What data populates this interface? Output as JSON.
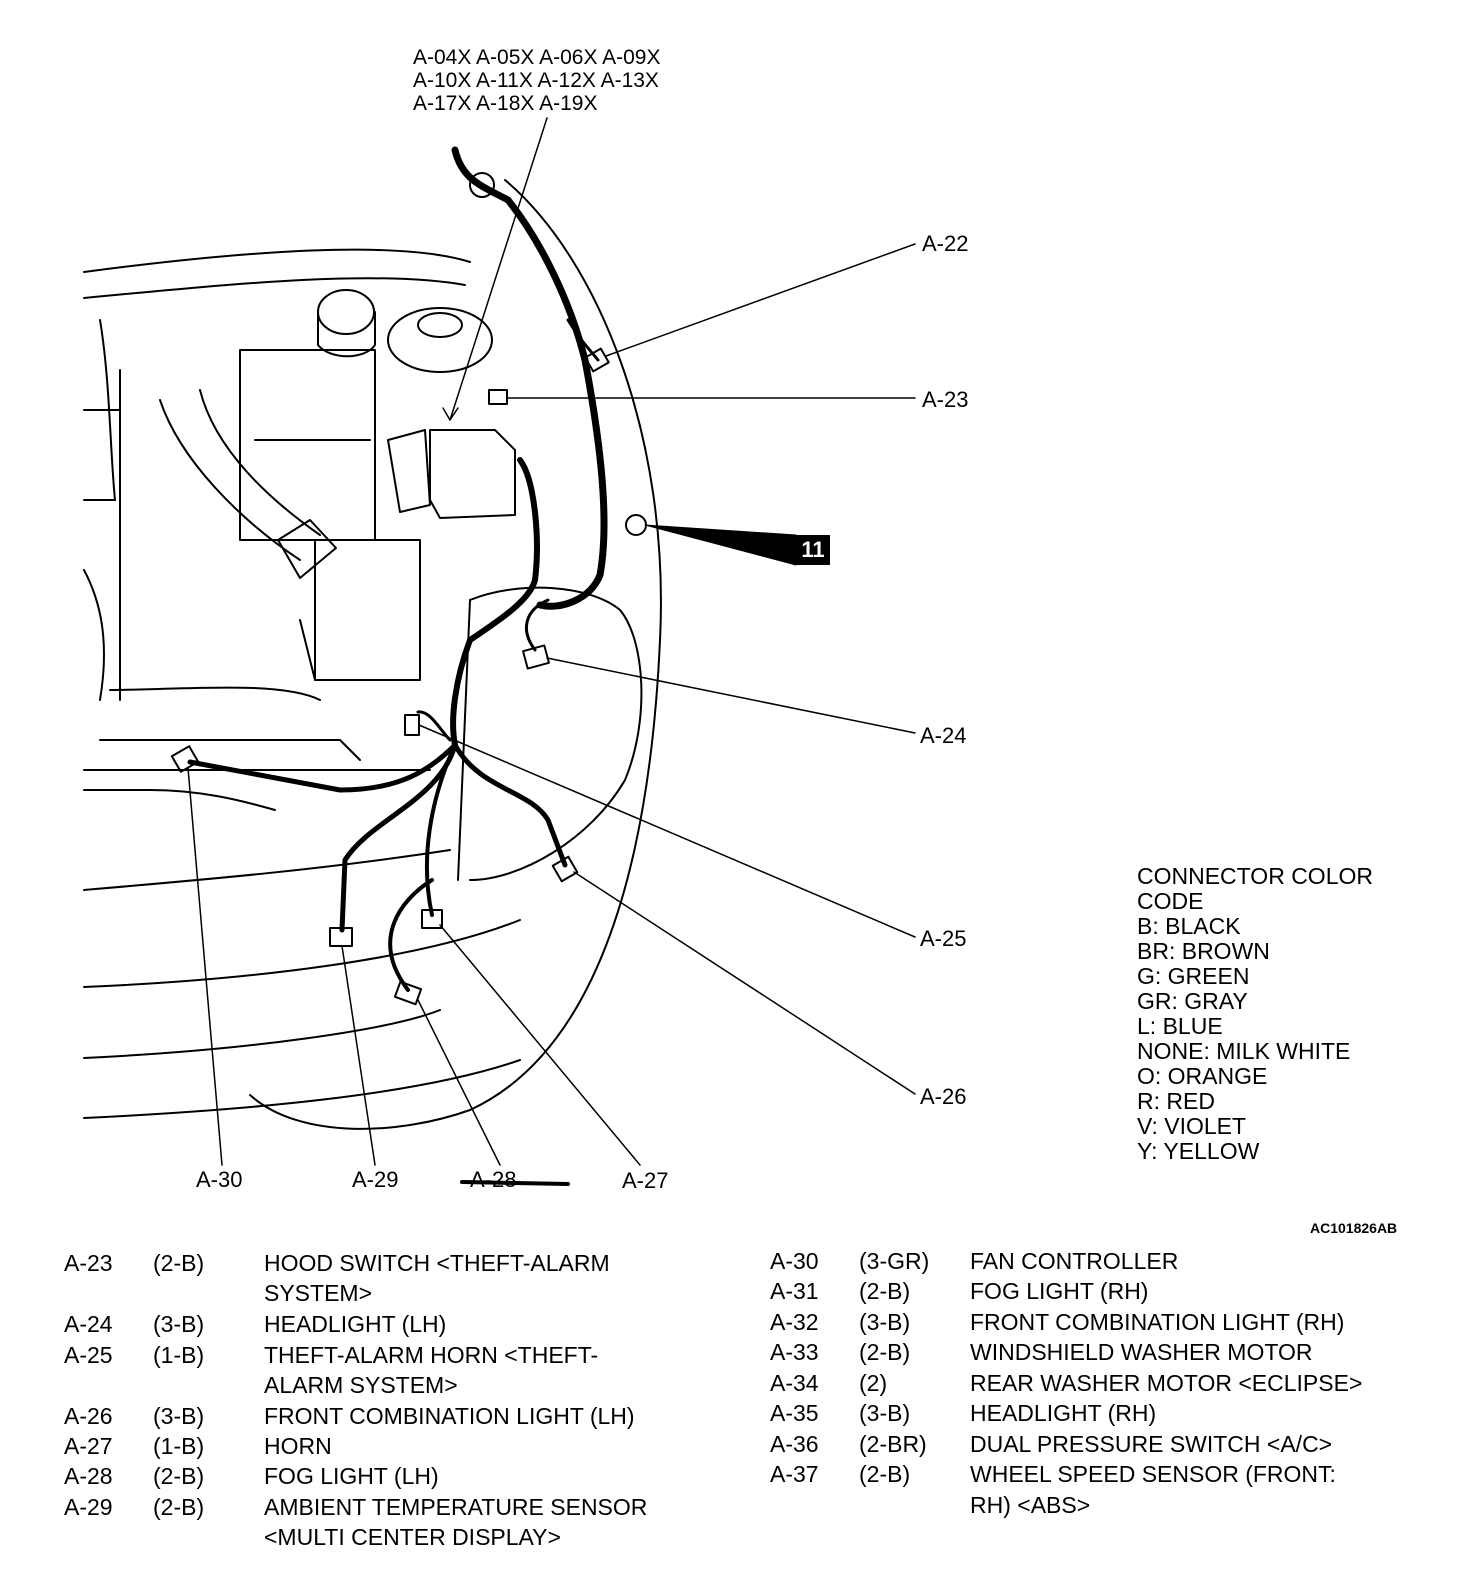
{
  "header_connectors": [
    "A-04X A-05X A-06X A-09X",
    "A-10X A-11X A-12X A-13X",
    "A-17X A-18X A-19X"
  ],
  "callouts": {
    "a22": "A-22",
    "a23": "A-23",
    "a24": "A-24",
    "a25": "A-25",
    "a26": "A-26",
    "a27": "A-27",
    "a28": "A-28",
    "a29": "A-29",
    "a30": "A-30",
    "ground": "11"
  },
  "legend": {
    "title": [
      "CONNECTOR COLOR",
      "CODE"
    ],
    "entries": [
      "B: BLACK",
      "BR: BROWN",
      "G: GREEN",
      "GR: GRAY",
      "L: BLUE",
      "NONE: MILK WHITE",
      "O: ORANGE",
      "R: RED",
      "V: VIOLET",
      "Y: YELLOW"
    ]
  },
  "figure_code": "AC101826AB",
  "connectors_left": [
    {
      "id": "A-23",
      "code": "(2-B)",
      "lines": [
        "HOOD SWITCH <THEFT-ALARM",
        "SYSTEM>"
      ]
    },
    {
      "id": "A-24",
      "code": "(3-B)",
      "lines": [
        "HEADLIGHT (LH)"
      ]
    },
    {
      "id": "A-25",
      "code": "(1-B)",
      "lines": [
        "THEFT-ALARM HORN <THEFT-",
        "ALARM SYSTEM>"
      ]
    },
    {
      "id": "A-26",
      "code": "(3-B)",
      "lines": [
        "FRONT COMBINATION LIGHT (LH)"
      ]
    },
    {
      "id": "A-27",
      "code": "(1-B)",
      "lines": [
        "HORN"
      ]
    },
    {
      "id": "A-28",
      "code": "(2-B)",
      "lines": [
        "FOG LIGHT (LH)"
      ]
    },
    {
      "id": "A-29",
      "code": "(2-B)",
      "lines": [
        "AMBIENT TEMPERATURE SENSOR",
        "<MULTI CENTER DISPLAY>"
      ]
    }
  ],
  "connectors_right": [
    {
      "id": "A-30",
      "code": "(3-GR)",
      "lines": [
        "FAN CONTROLLER"
      ]
    },
    {
      "id": "A-31",
      "code": "(2-B)",
      "lines": [
        "FOG LIGHT (RH)"
      ]
    },
    {
      "id": "A-32",
      "code": "(3-B)",
      "lines": [
        "FRONT COMBINATION LIGHT (RH)"
      ]
    },
    {
      "id": "A-33",
      "code": "(2-B)",
      "lines": [
        "WINDSHIELD WASHER MOTOR"
      ]
    },
    {
      "id": "A-34",
      "code": "(2)",
      "lines": [
        "REAR WASHER MOTOR <ECLIPSE>"
      ]
    },
    {
      "id": "A-35",
      "code": "(3-B)",
      "lines": [
        "HEADLIGHT (RH)"
      ]
    },
    {
      "id": "A-36",
      "code": "(2-BR)",
      "lines": [
        "DUAL PRESSURE SWITCH <A/C>"
      ]
    },
    {
      "id": "A-37",
      "code": "(2-B)",
      "lines": [
        "WHEEL SPEED SENSOR (FRONT:",
        "RH) <ABS>"
      ]
    }
  ]
}
